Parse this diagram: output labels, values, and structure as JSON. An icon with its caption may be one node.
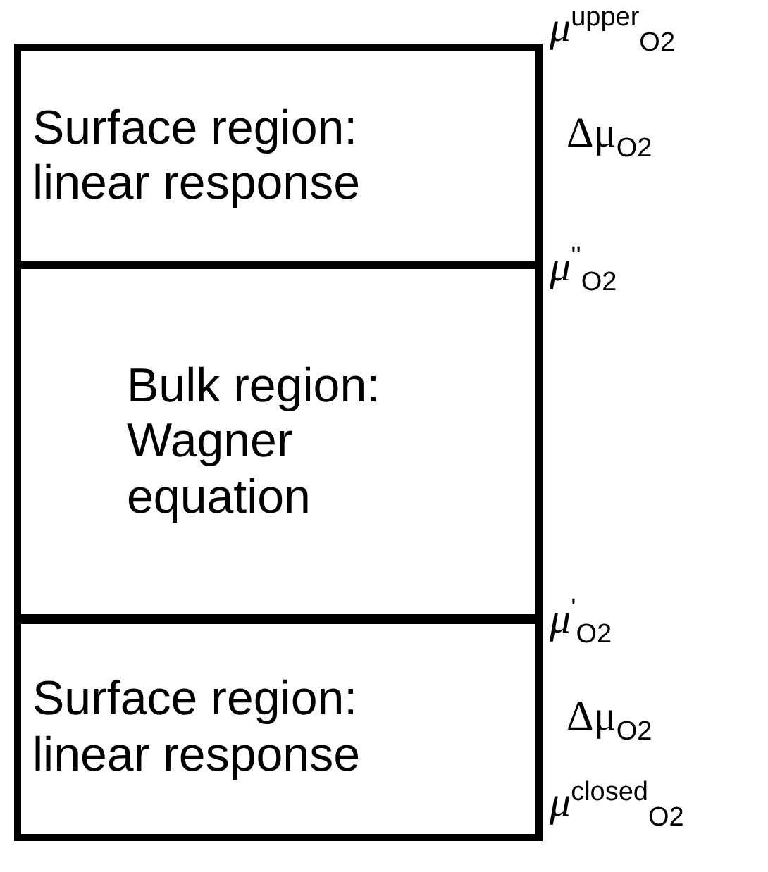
{
  "diagram": {
    "nodes": [
      {
        "text": [
          "Surface region: linear response"
        ]
      },
      {
        "text": [
          "Bulk region: Wagner equation"
        ]
      },
      {
        "text": [
          "Surface region: linear response"
        ]
      }
    ],
    "edges": [],
    "labels": [
      "*μ*$^{upper}$$_{O2}$",
      "Δμ$_{O2}$",
      "*μ*$^{''}$$_{O2}$",
      "*μ*$^{'}$$_{O2}$",
      "Δμ$_{O2}$",
      "*μ*$^{closed}$$_{O2}$"
    ]
  }
}
